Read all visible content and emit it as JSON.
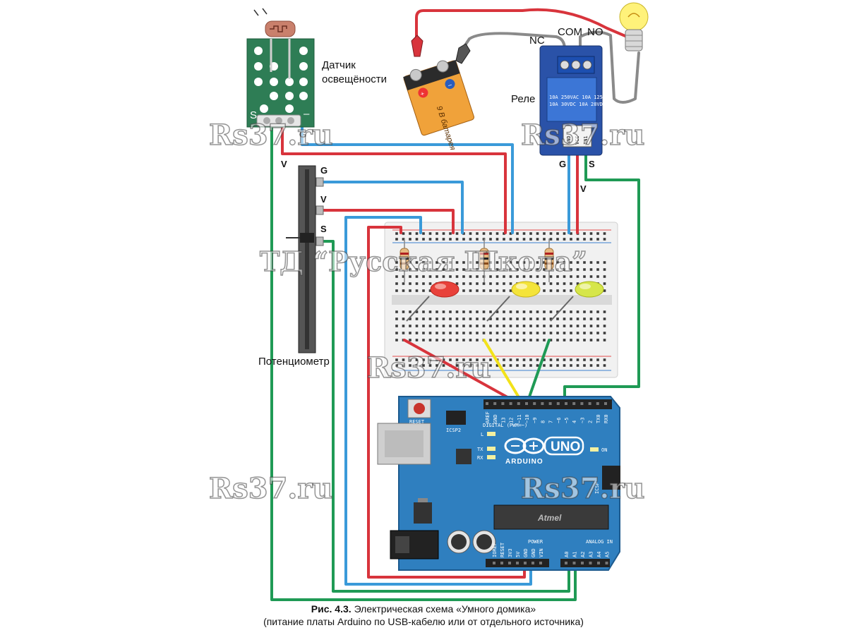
{
  "labels": {
    "light_sensor_line1": "Датчик",
    "light_sensor_line2": "освещёности",
    "relay": "Реле",
    "potentiometer": "Потенциометр",
    "relay_nc": "NC",
    "relay_com": "COM",
    "relay_no": "NO",
    "sensor_s": "S",
    "sensor_minus": "–",
    "pin_g": "G",
    "pin_v": "V",
    "pin_s": "S"
  },
  "battery": {
    "label": "9 B батарея",
    "plus": "+",
    "minus": "–"
  },
  "relay_board": {
    "pins": [
      "GND",
      "VCC",
      "IN1"
    ],
    "spec_line1": "10A 250VAC  10A 125VAC",
    "spec_line2": "10A  30VDC  10A  28VDC"
  },
  "arduino": {
    "brand": "ARDUINO",
    "model": "UNO",
    "reset": "RESET",
    "icsp2": "ICSP2",
    "icsp": "ICSP",
    "digital": "DIGITAL (PWM=~)",
    "led_l": "L",
    "led_tx": "TX",
    "led_rx": "RX",
    "led_on": "ON",
    "digital_pins": [
      "AREF",
      "GND",
      "13",
      "12",
      "~11",
      "~10",
      "~9",
      "8",
      "7",
      "~6",
      "~5",
      "4",
      "~3",
      "2",
      "TX0",
      "RX0"
    ],
    "power_label": "POWER",
    "analog_label": "ANALOG IN",
    "power_pins": [
      "IOREF",
      "RESET",
      "3V3",
      "5V",
      "GND",
      "GND",
      "VIN"
    ],
    "analog_pins": [
      "A0",
      "A1",
      "A2",
      "A3",
      "A4",
      "A5"
    ],
    "chip": "Atmel"
  },
  "watermarks": {
    "site": "Rs37.ru",
    "publisher": "ТД “Русская Школа”"
  },
  "caption": {
    "figure": "Рис. 4.3.",
    "title": "Электрическая схема «Умного домика»",
    "note": "(питание платы Arduino по USB-кабелю или от отдельного источника)"
  },
  "colors": {
    "wire_red": "#d8343c",
    "wire_blue": "#3a9ad9",
    "wire_green": "#1f9a55",
    "wire_yellow": "#f2e21a",
    "wire_gray": "#8a8a8a",
    "arduino_blue": "#2f7fbf",
    "relay_blue": "#2a52a8",
    "sensor_green": "#2e7d55",
    "breadboard": "#f1f1f1"
  }
}
